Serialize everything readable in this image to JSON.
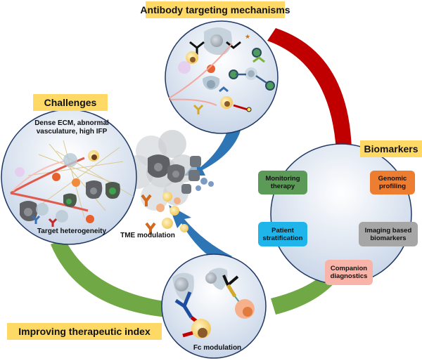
{
  "title_boxes": {
    "antibody_targeting": "Antibody targeting mechanisms",
    "challenges": "Challenges",
    "biomarkers": "Biomarkers",
    "improving_index": "Improving therapeutic index"
  },
  "captions": {
    "challenges_top_line1": "Dense ECM, abnormal",
    "challenges_top_line2": "vasculature, high IFP",
    "challenges_bottom": "Target heterogeneity",
    "tme": "TME modulation",
    "fc": "Fc modulation"
  },
  "biomarker_items": [
    {
      "line1": "Monitoring",
      "line2": "therapy",
      "color": "#5b9b57",
      "text_color": "#111111"
    },
    {
      "line1": "Genomic",
      "line2": "profiling",
      "color": "#ed7d31",
      "text_color": "#111111"
    },
    {
      "line1": "Patient",
      "line2": "stratification",
      "color": "#1fb4ea",
      "text_color": "#111111"
    },
    {
      "line1": "Imaging based",
      "line2": "biomarkers",
      "color": "#a6a6a6",
      "text_color": "#111111"
    },
    {
      "line1": "Companion",
      "line2": "diagnostics",
      "color": "#f8b4a8",
      "text_color": "#111111"
    }
  ],
  "colors": {
    "label_yellow": "#ffd966",
    "arc_red": "#c00000",
    "arc_green": "#70a845",
    "arrow_blue": "#2e75b6",
    "circle_border": "#1f3864",
    "circle_fill": "#dce6f2"
  }
}
